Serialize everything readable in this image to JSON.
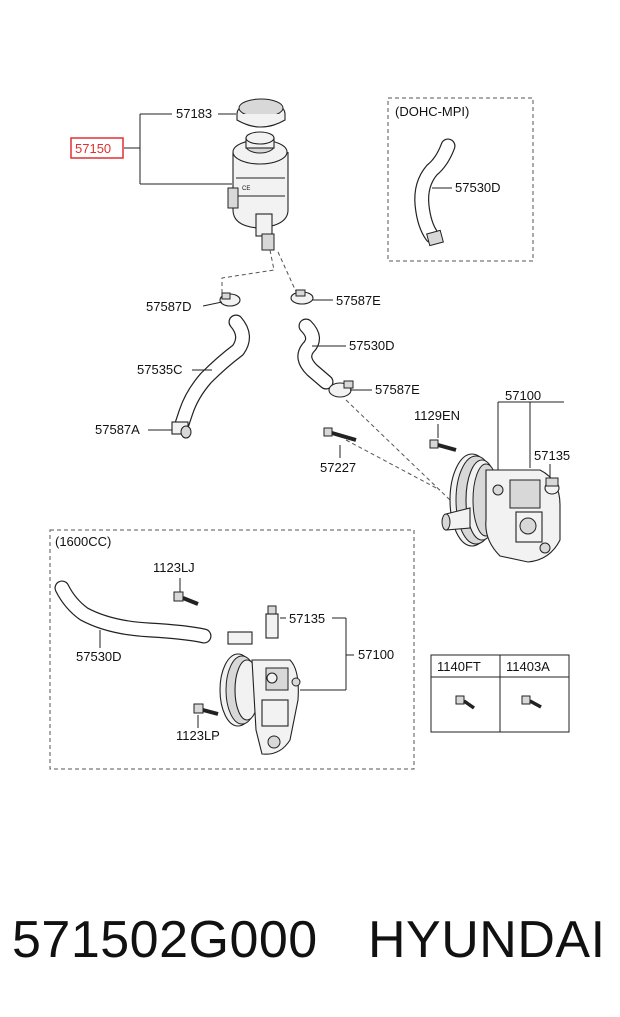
{
  "labels": {
    "l57183": "57183",
    "l57150": "57150",
    "dohc": "(DOHC-MPI)",
    "l57530d_top": "57530D",
    "l57587d": "57587D",
    "l57587e_a": "57587E",
    "l57530d_mid": "57530D",
    "l57535c": "57535C",
    "l57587e_b": "57587E",
    "l57100_top": "57100",
    "l1129en": "1129EN",
    "l57135_top": "57135",
    "l57587a": "57587A",
    "l57227": "57227",
    "cc1600": "(1600CC)",
    "l1123lj": "1123LJ",
    "l57135_bot": "57135",
    "l57530d_bot": "57530D",
    "l57100_bot": "57100",
    "l1123lp": "1123LP",
    "t1140ft": "1140FT",
    "t11403a": "11403A"
  },
  "highlight_color": "#e03030",
  "footer": {
    "part_number": "571502G000",
    "brand": "HYUNDAI"
  }
}
